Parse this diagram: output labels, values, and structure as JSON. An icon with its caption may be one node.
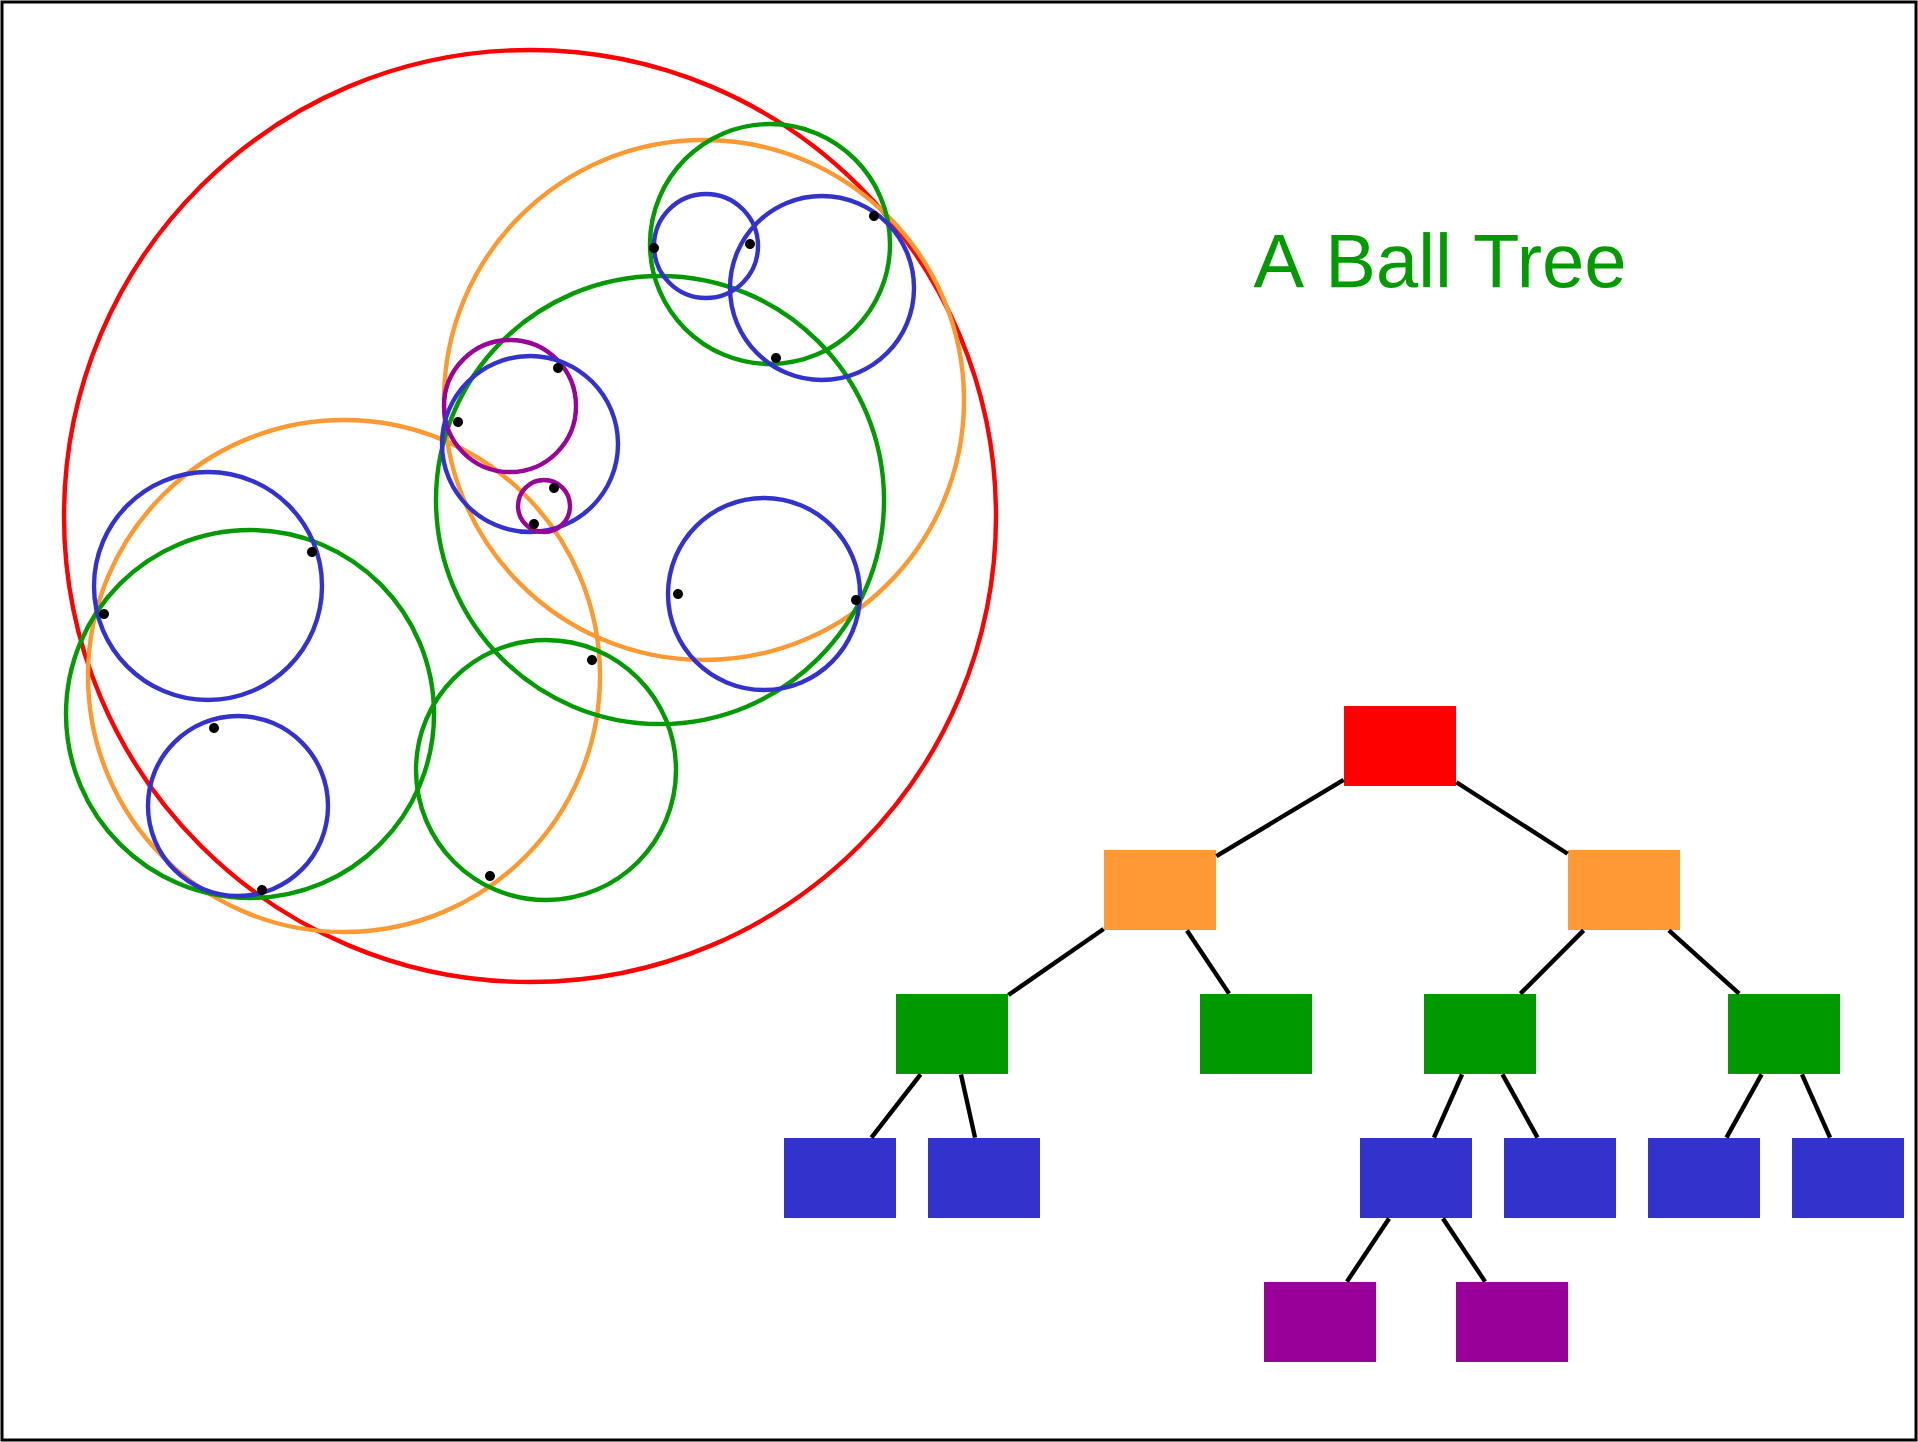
{
  "diagram": {
    "title": "A Ball Tree",
    "nodes": [
      {
        "text": [],
        "shape": "box"
      },
      {
        "text": [],
        "shape": "box"
      },
      {
        "text": [],
        "shape": "box"
      },
      {
        "text": [],
        "shape": "box"
      },
      {
        "text": [],
        "shape": "box"
      },
      {
        "text": [],
        "shape": "box"
      },
      {
        "text": [],
        "shape": "box"
      },
      {
        "text": [],
        "shape": "box"
      },
      {
        "text": [],
        "shape": "box"
      },
      {
        "text": [],
        "shape": "box"
      },
      {
        "text": [],
        "shape": "box"
      },
      {
        "text": [],
        "shape": "box"
      },
      {
        "text": [],
        "shape": "box"
      },
      {
        "text": [],
        "shape": "box"
      },
      {
        "text": [],
        "shape": "box"
      }
    ],
    "edges": [
      {
        "from": 0,
        "to": 1,
        "arrow": "none"
      },
      {
        "from": 0,
        "to": 2,
        "arrow": "none"
      },
      {
        "from": 1,
        "to": 3,
        "arrow": "none"
      },
      {
        "from": 1,
        "to": 4,
        "arrow": "none"
      },
      {
        "from": 2,
        "to": 5,
        "arrow": "none"
      },
      {
        "from": 2,
        "to": 6,
        "arrow": "none"
      },
      {
        "from": 3,
        "to": 7,
        "arrow": "none"
      },
      {
        "from": 3,
        "to": 8,
        "arrow": "none"
      },
      {
        "from": 5,
        "to": 9,
        "arrow": "none"
      },
      {
        "from": 5,
        "to": 10,
        "arrow": "none"
      },
      {
        "from": 6,
        "to": 11,
        "arrow": "none"
      },
      {
        "from": 6,
        "to": 12,
        "arrow": "none"
      },
      {
        "from": 9,
        "to": 13,
        "arrow": "none"
      },
      {
        "from": 9,
        "to": 14,
        "arrow": "none"
      }
    ]
  }
}
